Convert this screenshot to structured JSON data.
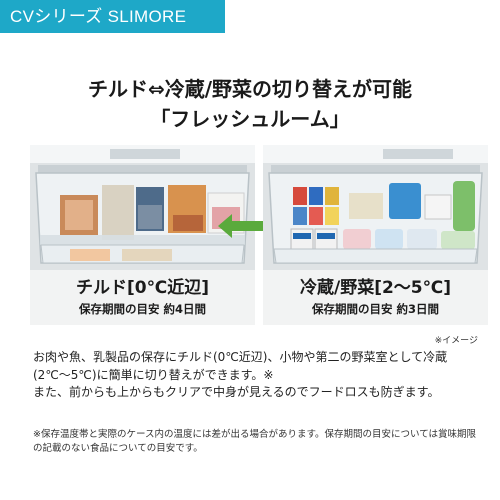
{
  "header": {
    "series": "CVシリーズ SLIMORE"
  },
  "headline": {
    "line1": "チルド⇔冷蔵/野菜の切り替えが可能",
    "line2": "「フレッシュルーム」"
  },
  "panels": {
    "left": {
      "temp": "チルド[0℃近辺]",
      "days": "保存期間の目安 約4日間"
    },
    "right": {
      "temp": "冷蔵/野菜[2〜5℃]",
      "days": "保存期間の目安 約3日間"
    }
  },
  "colors": {
    "accent": "#1ea8c8",
    "arrow": "#5aaa3c"
  },
  "note_image": "※イメージ",
  "body": {
    "p1": "お肉や魚、乳製品の保存にチルド(0℃近辺)、小物や第二の野菜室として冷蔵(2℃〜5℃)に簡単に切り替えができます。※",
    "p2": "また、前からも上からもクリアで中身が見えるのでフードロスも防ぎます。"
  },
  "footnote": "※保存温度帯と実際のケース内の温度には差が出る場合があります。保存期間の目安については賞味期限の記載のない食品についての目安です。"
}
